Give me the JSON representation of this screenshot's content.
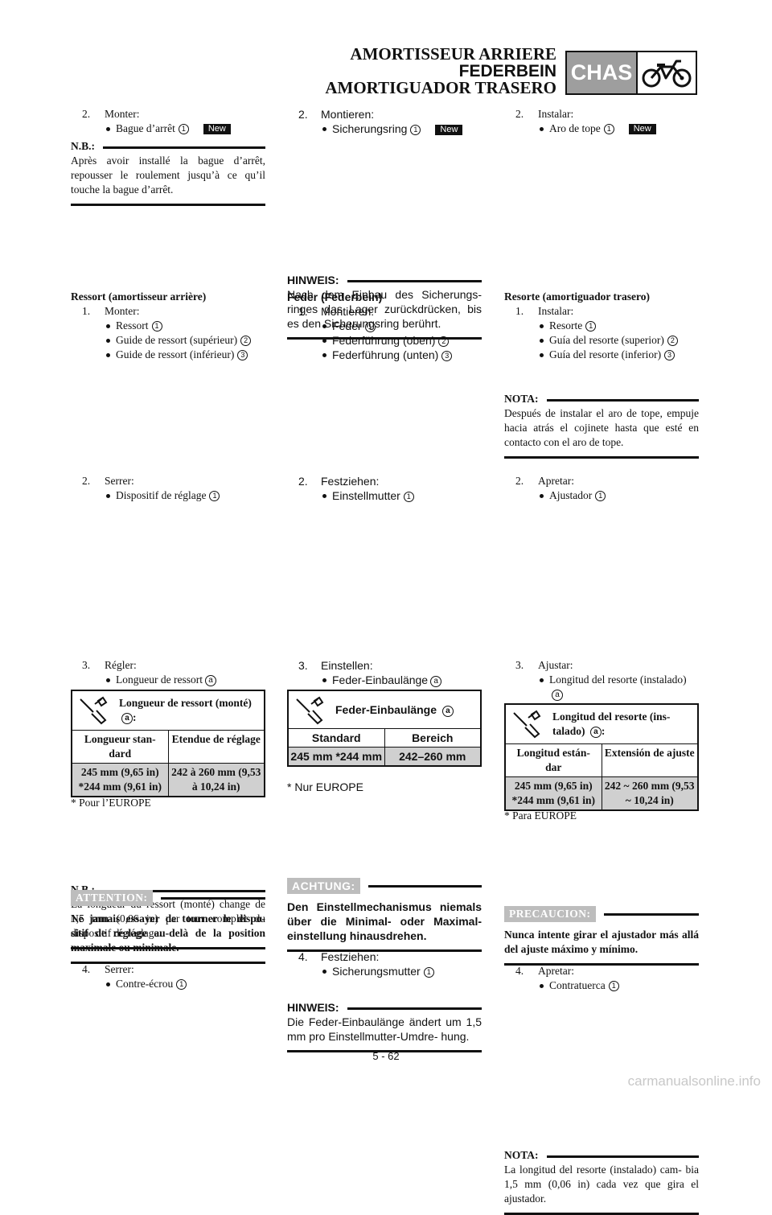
{
  "header": {
    "line1": "AMORTISSEUR ARRIERE",
    "line2": "FEDERBEIN",
    "line3": "AMORTIGUADOR TRASERO",
    "section": "CHAS"
  },
  "icons": {
    "section": "motorcycle-icon",
    "tool": "wrench-icon"
  },
  "new_badge": "New",
  "fr": {
    "s1_num": "2.",
    "s1_verb": "Monter:",
    "s1_item": "Bague d’arrêt",
    "s1_ref": "1",
    "note1_head": "N.B.:",
    "note1_body": "Après avoir installé la bague d’arrêt, repousser le roulement jusqu’à ce qu’il touche la bague d’arrêt.",
    "sec_title": "Ressort (amortisseur arrière)",
    "s2_num": "1.",
    "s2_verb": "Monter:",
    "s2_items": [
      "Ressort",
      "Guide de ressort (supérieur)",
      "Guide de ressort (inférieur)"
    ],
    "s2_refs": [
      "1",
      "2",
      "3"
    ],
    "s3_num": "2.",
    "s3_verb": "Serrer:",
    "s3_item": "Dispositif de réglage",
    "s3_ref": "1",
    "s4_num": "3.",
    "s4_verb": "Régler:",
    "s4_item": "Longueur de ressort",
    "s4_ref": "a",
    "spec_title": "Longueur de ressort (monté)",
    "spec_ref": "a",
    "spec_h1": "Longueur stan- dard",
    "spec_h2": "Etendue de réglage",
    "spec_v1": "245 mm (9,65 in) *244 mm (9,61 in)",
    "spec_v2": "242 à 260 mm (9,53 à 10,24 in)",
    "footnote": "* Pour l’EUROPE",
    "note2_head": "N.B.:",
    "note2_body": "La longueur du ressort (monté) change de 1,5 mm (0,06 in) par tour complet du dispositif de réglage.",
    "caution_head": "ATTENTION:",
    "caution_body": "Ne jamais essayer de tourner le dispo- sitif de réglage au-delà de la position maximale ou minimale.",
    "s5_num": "4.",
    "s5_verb": "Serrer:",
    "s5_item": "Contre-écrou",
    "s5_ref": "1"
  },
  "de": {
    "s1_num": "2.",
    "s1_verb": "Montieren:",
    "s1_item": "Sicherungsring",
    "s1_ref": "1",
    "note1_head": "HINWEIS:",
    "note1_body": "Nach dem Einbau des Sicherungs- ringes das Lager zurückdrücken, bis es den Sicherungsring berührt.",
    "sec_title": "Feder (Federbein)",
    "s2_num": "1.",
    "s2_verb": "Montieren:",
    "s2_items": [
      "Feder",
      "Federführung (oben)",
      "Federführung (unten)"
    ],
    "s2_refs": [
      "1",
      "2",
      "3"
    ],
    "s3_num": "2.",
    "s3_verb": "Festziehen:",
    "s3_item": "Einstellmutter",
    "s3_ref": "1",
    "s4_num": "3.",
    "s4_verb": "Einstellen:",
    "s4_item": "Feder-Einbaulänge",
    "s4_ref": "a",
    "spec_title": "Feder-Einbaulänge",
    "spec_ref": "a",
    "spec_h1": "Standard",
    "spec_h2": "Bereich",
    "spec_v1": "245 mm *244 mm",
    "spec_v2": "242–260 mm",
    "footnote": "* Nur EUROPE",
    "note2_head": "HINWEIS:",
    "note2_body": "Die Feder-Einbaulänge ändert um 1,5 mm pro Einstellmutter-Umdre- hung.",
    "caution_head": "ACHTUNG:",
    "caution_body": "Den Einstellmechanismus niemals über die Minimal- oder Maximal- einstellung hinausdrehen.",
    "s5_num": "4.",
    "s5_verb": "Festziehen:",
    "s5_item": "Sicherungsmutter",
    "s5_ref": "1"
  },
  "es": {
    "s1_num": "2.",
    "s1_verb": "Instalar:",
    "s1_item": "Aro de tope",
    "s1_ref": "1",
    "note1_head": "NOTA:",
    "note1_body": "Después de instalar el aro de tope, empuje hacia atrás el cojinete hasta que esté en contacto con el aro de tope.",
    "sec_title": "Resorte (amortiguador trasero)",
    "s2_num": "1.",
    "s2_verb": "Instalar:",
    "s2_items": [
      "Resorte",
      "Guía del resorte (superior)",
      "Guía del resorte (inferior)"
    ],
    "s2_refs": [
      "1",
      "2",
      "3"
    ],
    "s3_num": "2.",
    "s3_verb": "Apretar:",
    "s3_item": "Ajustador",
    "s3_ref": "1",
    "s4_num": "3.",
    "s4_verb": "Ajustar:",
    "s4_item": "Longitud del resorte (instalado)",
    "s4_ref": "a",
    "spec_title": "Longitud del resorte (ins- talado)",
    "spec_ref": "a",
    "spec_h1": "Longitud están- dar",
    "spec_h2": "Extensión de ajuste",
    "spec_v1": "245 mm (9,65 in) *244 mm (9,61 in)",
    "spec_v2": "242 ~ 260 mm (9,53 ~ 10,24 in)",
    "footnote": "* Para EUROPE",
    "note2_head": "NOTA:",
    "note2_body": "La longitud del resorte (instalado) cam- bia 1,5 mm (0,06 in) cada vez que gira el ajustador.",
    "caution_head": "PRECAUCION:",
    "caution_body": "Nunca intente girar el ajustador más allá del ajuste máximo y mínimo.",
    "s5_num": "4.",
    "s5_verb": "Apretar:",
    "s5_item": "Contratuerca",
    "s5_ref": "1"
  },
  "footer": {
    "page": "5 - 62",
    "watermark": "carmanualsonline.info"
  }
}
